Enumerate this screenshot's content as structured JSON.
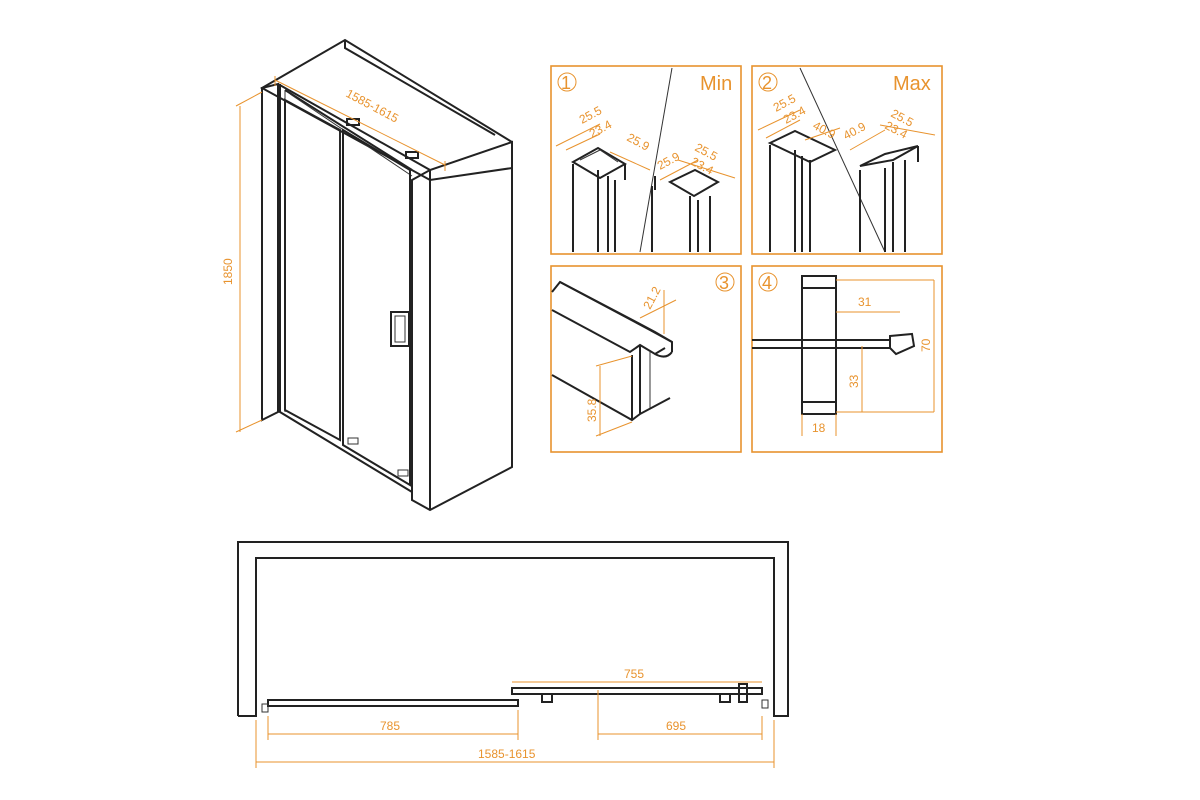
{
  "drawing": {
    "cabin": {
      "width_label": "1585-1615",
      "height_label": "1850"
    },
    "detail1": {
      "index": "1",
      "tag": "Min",
      "dims": [
        "25.5",
        "23.4",
        "25.9",
        "25.9",
        "25.5",
        "23.4"
      ]
    },
    "detail2": {
      "index": "2",
      "tag": "Max",
      "dims": [
        "25.5",
        "23.4",
        "40.9",
        "40.9",
        "25.5",
        "23.4"
      ]
    },
    "detail3": {
      "index": "3",
      "dims": [
        "21.2",
        "35.8"
      ]
    },
    "detail4": {
      "index": "4",
      "dims": [
        "31",
        "70",
        "33",
        "18"
      ]
    },
    "plan": {
      "upper_panel": "755",
      "lower_left": "785",
      "lower_right": "695",
      "overall": "1585-1615"
    }
  },
  "colors": {
    "dimension": "#e8932e",
    "line": "#222222"
  }
}
